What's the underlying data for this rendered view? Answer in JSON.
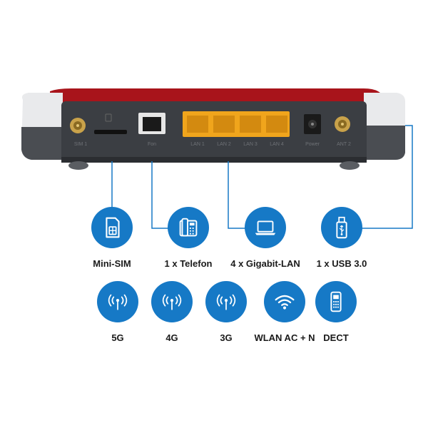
{
  "router": {
    "ports": [
      "SIM 1",
      "Fon",
      "LAN 1",
      "LAN 2",
      "LAN 3",
      "LAN 4",
      "Power",
      "ANT 2"
    ]
  },
  "features_row1": [
    {
      "icon": "sim-card-icon",
      "label": "Mini-SIM"
    },
    {
      "icon": "telephone-icon",
      "label": "1 x Telefon"
    },
    {
      "icon": "laptop-icon",
      "label": "4 x Gigabit-LAN"
    },
    {
      "icon": "usb-stick-icon",
      "label": "1 x USB 3.0"
    }
  ],
  "features_row2": [
    {
      "icon": "antenna-signal-icon",
      "label": "5G"
    },
    {
      "icon": "antenna-signal-icon",
      "label": "4G"
    },
    {
      "icon": "antenna-signal-icon",
      "label": "3G"
    },
    {
      "icon": "wifi-icon",
      "label": "WLAN AC + N"
    },
    {
      "icon": "dect-handset-icon",
      "label": "DECT"
    }
  ],
  "colors": {
    "accent_blue": "#1679c6",
    "router_red": "#a8141b",
    "router_dark": "#3b3e43",
    "lan_yellow": "#f0a51c"
  }
}
